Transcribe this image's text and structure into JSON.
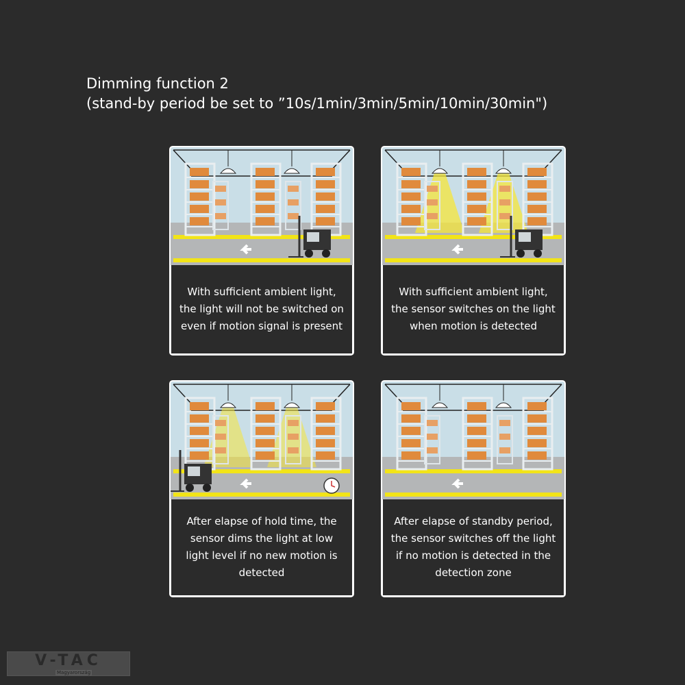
{
  "title": {
    "line1": "Dimming function 2",
    "line2": "(stand-by period be set to ”10s/1min/3min/5min/10min/30min\")"
  },
  "panels": [
    {
      "text": "With sufficient ambient light, the light will not be switched on even if motion signal is present",
      "light_state": "off",
      "forklift": "right",
      "clock": false
    },
    {
      "text": "With sufficient ambient light, the sensor switches on the light when motion is detected",
      "light_state": "on",
      "forklift": "right",
      "clock": false
    },
    {
      "text": "After elapse of hold time, the sensor dims the light at low light level if no new motion is detected",
      "light_state": "dim",
      "forklift": "left",
      "clock": true
    },
    {
      "text": "After elapse of standby period, the sensor switches off the light if no motion is detected in the detection zone",
      "light_state": "off",
      "forklift": "none",
      "clock": false
    }
  ],
  "logo": {
    "brand": "V-TAC",
    "sub": "Magyarország"
  },
  "colors": {
    "background": "#2b2b2b",
    "light_beam": "#f5e53a",
    "floor_stripe": "#f2e418",
    "box": "#e08a3c"
  }
}
